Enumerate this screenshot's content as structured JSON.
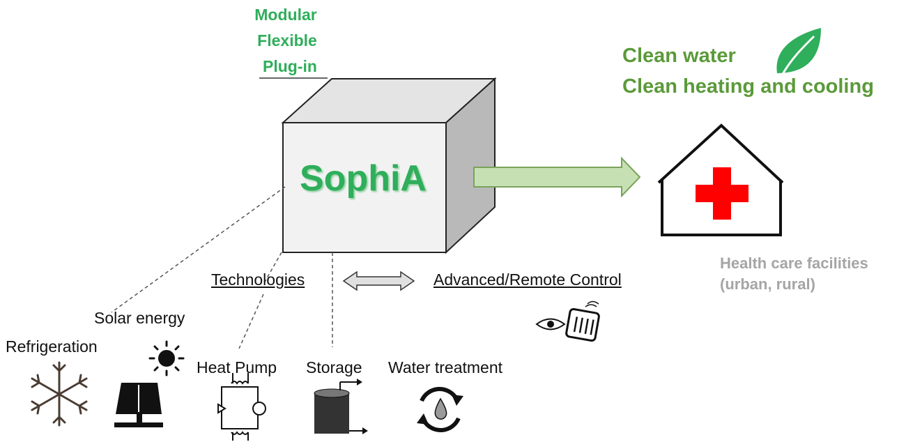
{
  "features": [
    "Modular",
    "Flexible",
    "Plug-in"
  ],
  "product_name": "SophiA",
  "benefits": [
    "Clean water",
    "Clean heating and cooling"
  ],
  "facility": {
    "line1": "Health care facilities",
    "line2": "(urban, rural)"
  },
  "technologies_label": "Technologies",
  "control_label": "Advanced/Remote Control",
  "technologies": {
    "solar": "Solar energy",
    "refrigeration": "Refrigeration",
    "heat_pump": "Heat Pump",
    "storage": "Storage",
    "water_treatment": "Water treatment"
  },
  "colors": {
    "brand_green": "#2fae5b",
    "benefit_green": "#5b9a3a",
    "arrow_fill": "#c6e0b4",
    "cross_red": "#ff0000",
    "facility_gray": "#a5a5a5"
  },
  "icons": [
    "leaf-icon",
    "hospital-icon",
    "snowflake-icon",
    "sun-icon",
    "solar-panel-icon",
    "heat-pump-icon",
    "storage-tank-icon",
    "water-cycle-icon",
    "eye-icon",
    "tablet-icon"
  ]
}
